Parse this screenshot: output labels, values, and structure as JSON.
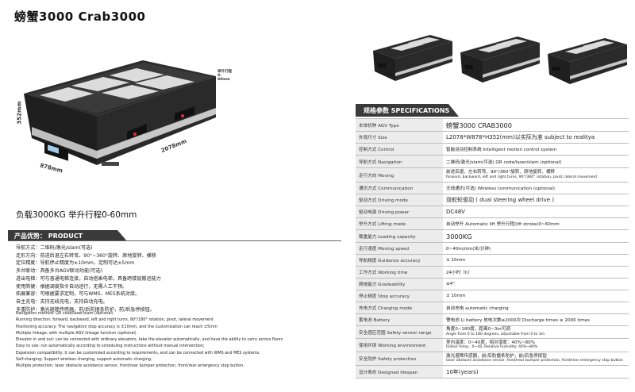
{
  "title": "螃蟹3000  Crab3000",
  "dimensions": {
    "height": "352mm",
    "width": "878mm",
    "length": "2078mm",
    "side_label": "举升行程0-60mm"
  },
  "load_line": "负载3000KG  举升行程0-60mm",
  "advantages": {
    "heading": "产品优势：  PRODUCT ADVANTAGES:",
    "cn": [
      "导航方式：二维码/激光/slam(可选)",
      "走形方向：前进后退左右转弯、90°~360°旋转、原地旋转、横移",
      "定位精度：导航停止精度为±10mm，定制可达±5mm",
      "多台联动：具备多台AGV联动功能(可选)",
      "进出电梯：可与普通电梯连接，自动搭乘电梯，具备跨楼层搬运能力",
      "使用简便：根据调度指令自动运行，无需人工干预。",
      "拓展兼容：可根据要求定制，可与WMS、MES系统对接。",
      "自主充电：支持无线充电，支持自动充电。",
      "多重防护：激光避障传感器，前/后防撞条防护，前/后急停按钮。"
    ],
    "en": [
      "Navigation method: QR code/laser/slam (optional)",
      "Running direction: forward, backward, left and right turns, 90°/180° rotation, pivot, lateral movement",
      "Positioning accuracy: The navigation stop accuracy is ±10mm, and the customization can reach ±5mm",
      "Multiple linkage: with multiple AGV linkage function (optional)",
      "Elevator in and out: can be connected with ordinary elevators, take the elevator automatically, and have the ability to carry across floors",
      "Easy to use: run automatically according to scheduling instructions without manual intervention;",
      "Expansion compatibility: It can be customized according to requirements, and can be connected with WMS and MES systems.",
      "Self-charging: Support wireless charging, support automatic charging.",
      "Multiple protection: laser obstacle avoidance sensor, front/rear bumper protection, front/rear emergency stop button."
    ]
  },
  "specs": {
    "heading": "规格参数  SPECIFICATIONS",
    "rows": [
      {
        "k": "本体机种 AGV Type",
        "v": [
          "螃蟹3000  CRAB3000"
        ],
        "style": "big"
      },
      {
        "k": "外观尺寸 Size",
        "v": [
          "L2078*W878*H352(mm)以实际为准 subject to realitya"
        ],
        "style": "med"
      },
      {
        "k": "控制方式 Control",
        "v": [
          "智能运动控制系统 Intelligent motion control system"
        ]
      },
      {
        "k": "导航方式 Navigation",
        "v": [
          "二维码/激光/slam(可选) QR code/laser/slam (optional)"
        ]
      },
      {
        "k": "走行方向 Moving",
        "v": [
          "前进后退、左右转弯、90°/360°旋转、原地旋转、横移",
          "forward, backward, left and right turns, 90°/360° rotation, pivot, lateral movement"
        ],
        "style": "two"
      },
      {
        "k": "通讯方式 Communication",
        "v": [
          "无线通讯(可选)  Wireless communication (optional)"
        ]
      },
      {
        "k": "驱动方式 Driving mode",
        "v": [
          "双舵轮驱动 (  dual steering wheel drive )"
        ],
        "style": "med"
      },
      {
        "k": "驱动电源 Driving power",
        "v": [
          "DC48V"
        ],
        "style": "med"
      },
      {
        "k": "举升方式 Lifting mode",
        "v": [
          "自动举升 Automatic lift     举升行程(lift stroke)0~60mm"
        ]
      },
      {
        "k": "载重能力 Loading capacity",
        "v": [
          "3000KG"
        ],
        "style": "big"
      },
      {
        "k": "走行速度 Moving speed",
        "v": [
          "0~40m/min(米/分钟)"
        ]
      },
      {
        "k": "导航精度 Guidance accuracy",
        "v": [
          "± 10mm"
        ]
      },
      {
        "k": "工作方式 Working time",
        "v": [
          "24小时（h）"
        ]
      },
      {
        "k": "爬坡能力 Gradeability",
        "v": [
          "≤4°"
        ]
      },
      {
        "k": "停止精度 Stop accuracy",
        "v": [
          "± 10mm"
        ]
      },
      {
        "k": "充电方式 Charging mode",
        "v": [
          "自动充电 automatic charging"
        ]
      },
      {
        "k": "蓄电池 Battery",
        "v": [
          "锂电池 Li battery  放电次数≥2000次  Discharge times ≥ 2000 times"
        ]
      },
      {
        "k": "安全感应范围 Safety sensor range",
        "v": [
          "角度0~180度，距离0~3m可调",
          "Angle from 0 to 180 degrees, adjustable from 0 to 3m"
        ],
        "style": "two"
      },
      {
        "k": "使用环境 Working environment",
        "v": [
          "室内温度：0~40度，相对湿度：40%~80%",
          "Indoor temp.: 0~40, Relative humidity: 40%~80%"
        ],
        "style": "two"
      },
      {
        "k": "安全防护 Safety protection",
        "v": [
          "激光避障传感器，前/后防撞条防护，前/后急停按钮",
          "laser obstacle avoidance sensor, front/rear bumper protection, front/rear emergency stop button"
        ],
        "style": "two"
      },
      {
        "k": "设计寿命 Designed lifespan",
        "v": [
          "10年(years)"
        ],
        "style": "med"
      }
    ]
  },
  "colors": {
    "tab_bg": "#3a3a3a",
    "robot_body": "#2b2b2b",
    "robot_top": "#d9d9d9",
    "key_cell": "#ececec"
  }
}
